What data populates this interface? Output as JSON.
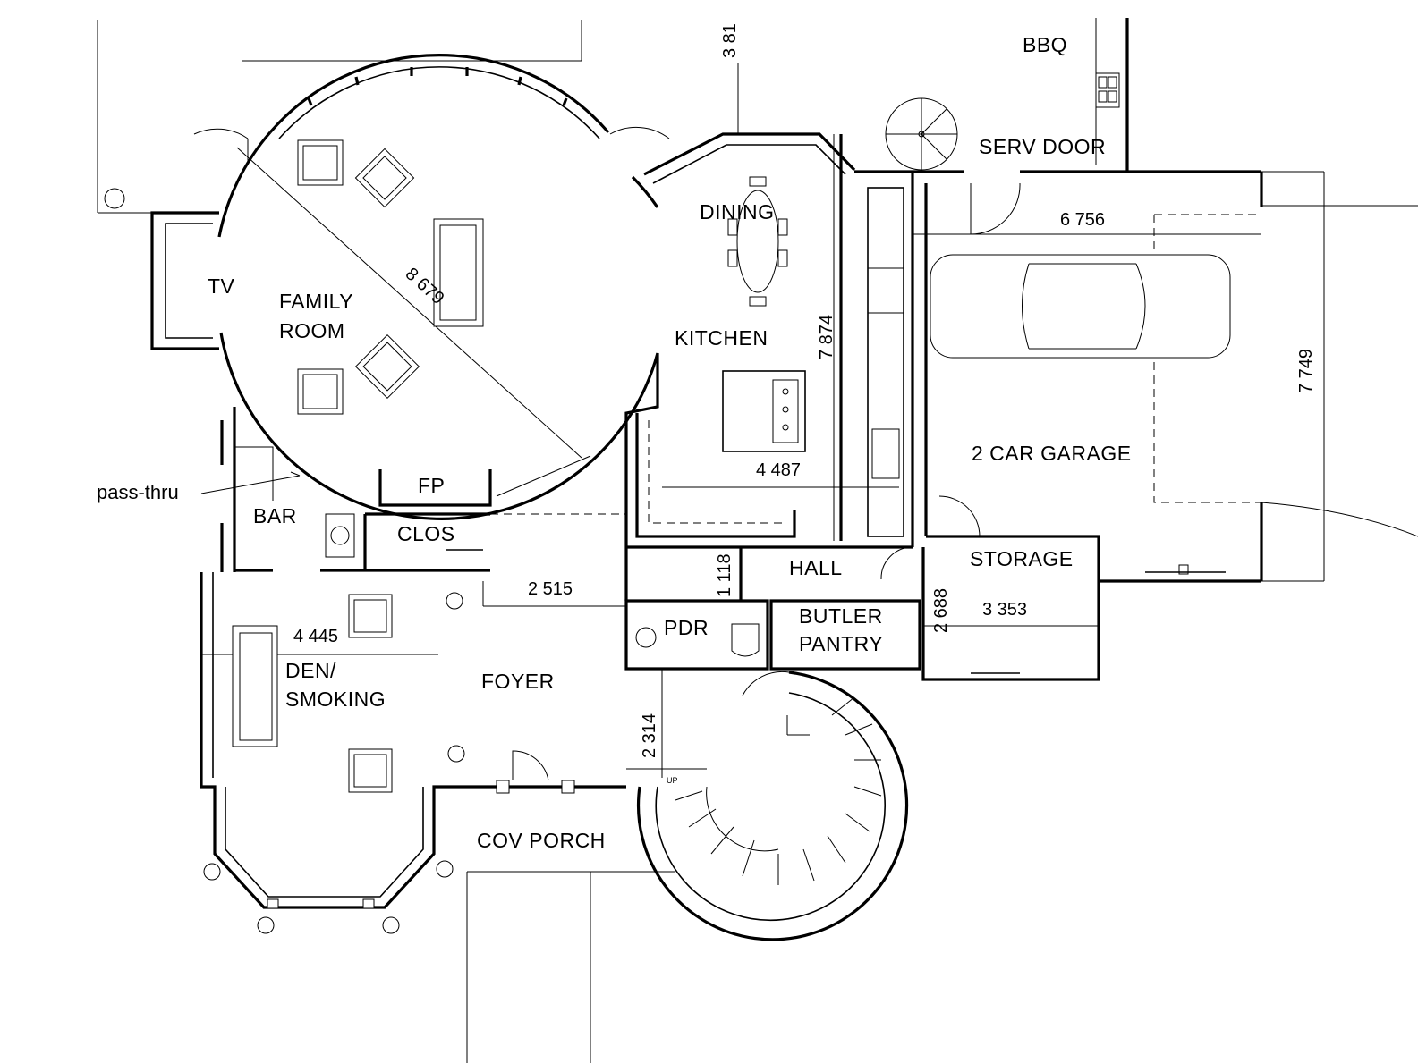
{
  "rooms": {
    "bbq": "BBQ",
    "serv_door": "SERV DOOR",
    "dining": "DINING",
    "tv": "TV",
    "family_line1": "FAMILY",
    "family_line2": "ROOM",
    "kitchen": "KITCHEN",
    "garage": "2 CAR GARAGE",
    "fp": "FP",
    "bar": "BAR",
    "clos": "CLOS",
    "hall": "HALL",
    "storage": "STORAGE",
    "pdr": "PDR",
    "butler_line1": "BUTLER",
    "butler_line2": "PANTRY",
    "den_line1": "DEN/",
    "den_line2": "SMOKING",
    "foyer": "FOYER",
    "cov_porch": "COV PORCH"
  },
  "annotations": {
    "pass_thru": "pass-thru",
    "up": "UP"
  },
  "dimensions": {
    "d381": "3 81",
    "d6756": "6 756",
    "d8679": "8 679",
    "d7874": "7 874",
    "d7749": "7 749",
    "d4487": "4 487",
    "d1118": "1 118",
    "d2515": "2 515",
    "d2688": "2 688",
    "d3353": "3 353",
    "d4445": "4 445",
    "d2314": "2 314"
  }
}
